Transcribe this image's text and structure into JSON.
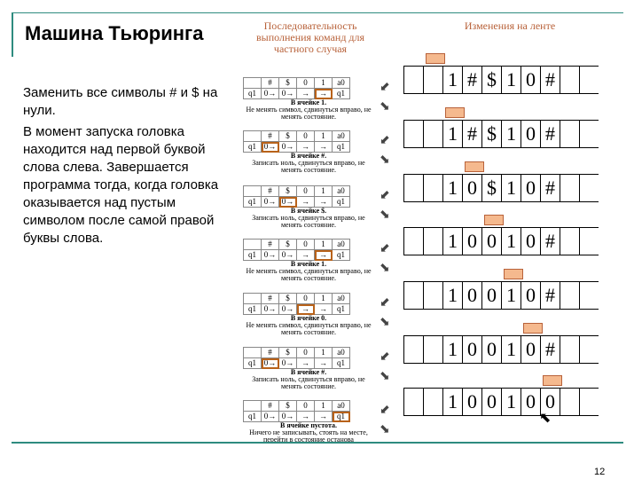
{
  "title": "Машина Тьюринга",
  "paragraph1": "Заменить все символы # и $ на нули.",
  "paragraph2": "В момент запуска головка находится над первой буквой слова слева. Завершается программа тогда, когда головка оказывается над пустым символом после самой правой буквы слова.",
  "header_left": "Последовательность выполнения команд для частного случая",
  "header_right": "Изменения на ленте",
  "table_head": [
    "",
    "#",
    "$",
    "0",
    "1",
    "a0"
  ],
  "table_row": [
    "q1",
    "0→",
    "0→",
    "→",
    "→",
    "q1"
  ],
  "steps": [
    {
      "caption_title": "В ячейке 1.",
      "caption_text": "Не менять символ, сдвинуться вправо, не менять состояние.",
      "hl": 4
    },
    {
      "caption_title": "В ячейке #.",
      "caption_text": "Записать ноль, сдвинуться вправо, не менять состояние.",
      "hl": 1
    },
    {
      "caption_title": "В ячейке $.",
      "caption_text": "Записать ноль, сдвинуться вправо, не менять состояние.",
      "hl": 2
    },
    {
      "caption_title": "В ячейке 1.",
      "caption_text": "Не менять символ, сдвинуться вправо, не менять состояние.",
      "hl": 4
    },
    {
      "caption_title": "В ячейке 0.",
      "caption_text": "Не менять символ, сдвинуться вправо, не менять состояние.",
      "hl": 3
    },
    {
      "caption_title": "В ячейке #.",
      "caption_text": "Записать ноль, сдвинуться вправо, не менять состояние.",
      "hl": 1
    },
    {
      "caption_title": "В ячейке пустота.",
      "caption_text": "Ничего не записывать, стоять на месте, перейти в состояние останова",
      "hl": 5
    }
  ],
  "tapes": [
    [
      "",
      "",
      "1",
      "#",
      "$",
      "1",
      "0",
      "#",
      "",
      ""
    ],
    [
      "",
      "",
      "1",
      "#",
      "$",
      "1",
      "0",
      "#",
      "",
      ""
    ],
    [
      "",
      "",
      "1",
      "0",
      "$",
      "1",
      "0",
      "#",
      "",
      ""
    ],
    [
      "",
      "",
      "1",
      "0",
      "0",
      "1",
      "0",
      "#",
      "",
      ""
    ],
    [
      "",
      "",
      "1",
      "0",
      "0",
      "1",
      "0",
      "#",
      "",
      ""
    ],
    [
      "",
      "",
      "1",
      "0",
      "0",
      "1",
      "0",
      "#",
      "",
      ""
    ],
    [
      "",
      "",
      "1",
      "0",
      "0",
      "1",
      "0",
      "0",
      "",
      ""
    ]
  ],
  "page_number": "12",
  "colors": {
    "accent": "#2e8b7f",
    "head": "#f5b98e",
    "highlight": "#b8621a"
  }
}
